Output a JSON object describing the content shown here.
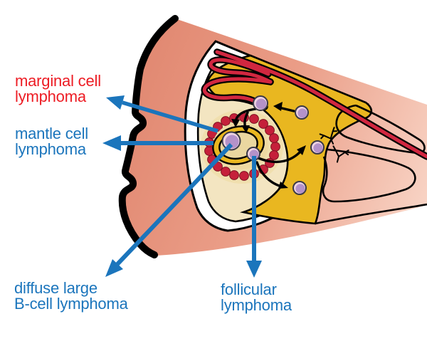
{
  "labels": {
    "marginal": {
      "line1": "marginal cell",
      "line2": "lymphoma"
    },
    "mantle": {
      "line1": "mantle cell",
      "line2": "lymphoma"
    },
    "diffuse": {
      "line1": "diffuse large",
      "line2": "B-cell lymphoma"
    },
    "follicular": {
      "line1": "follicular",
      "line2": "lymphoma"
    }
  },
  "colors": {
    "label-red": "#ed1c24",
    "label-blue": "#1b75bc",
    "arrow-blue": "#1b75bc",
    "tissue-salmon": "#e28a73",
    "tissue-salmon-light": "#f8d3c4",
    "tissue-cream": "#f3e5c1",
    "tissue-gold": "#e9b720",
    "vessel-red": "#d12740",
    "dot-red": "#c5203a",
    "cell-purple": "#b492c9",
    "cell-rim": "#efd4e3",
    "capsule-black": "#000000"
  },
  "icons": {
    "antibody": "Y-glyph",
    "lymphocyte": "purple-circle",
    "mantle-dot": "red-circle"
  }
}
